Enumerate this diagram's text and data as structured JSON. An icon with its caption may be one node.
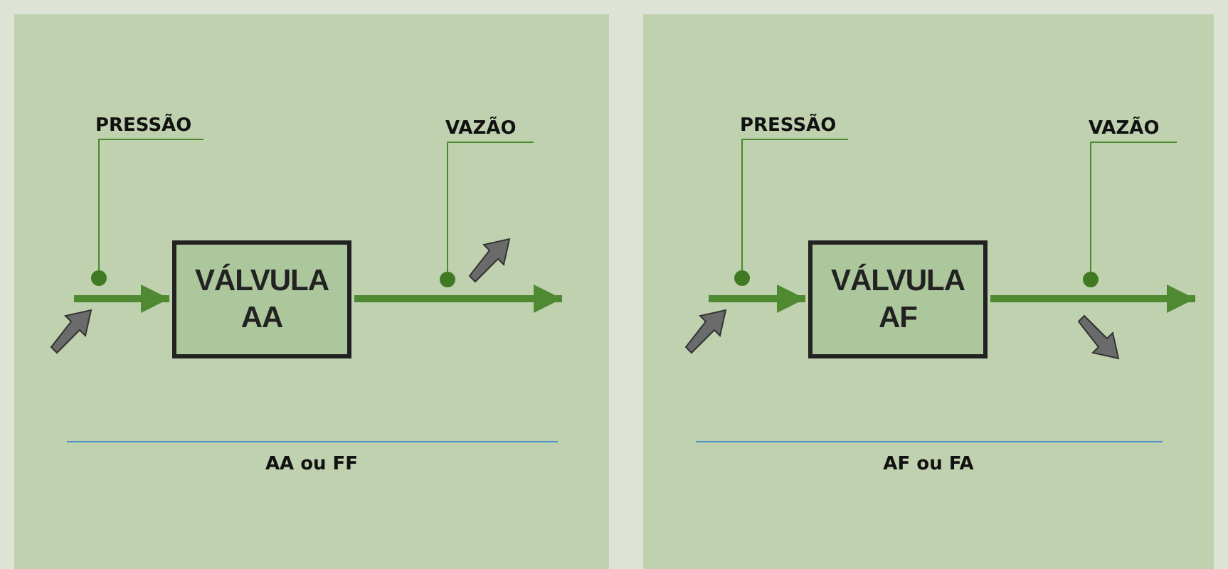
{
  "diagram": {
    "nodes": [
      {
        "text": [
          "AA ou FF"
        ]
      },
      {
        "text": [
          "VÁLVULA AA"
        ],
        "in": 0
      },
      {
        "text": [
          "PRESSÃO"
        ],
        "in": 0
      },
      {
        "text": [],
        "shape": "circle",
        "in": 0
      },
      {
        "text": [
          "VAZÃO"
        ],
        "in": 0
      },
      {
        "text": [],
        "shape": "circle",
        "in": 0
      },
      {
        "text": [
          "AF ou FA"
        ]
      },
      {
        "text": [
          "VÁLVULA AF"
        ],
        "in": 6
      },
      {
        "text": [
          "PRESSÃO"
        ],
        "in": 6
      },
      {
        "text": [],
        "shape": "circle",
        "in": 6
      },
      {
        "text": [
          "VAZÃO"
        ],
        "in": 6
      },
      {
        "text": [],
        "shape": "circle",
        "in": 6
      }
    ],
    "edges": [
      {
        "from": null,
        "to": 1,
        "arrow": "to",
        "style": "thick"
      },
      {
        "from": 1,
        "to": null,
        "arrow": "to",
        "style": "thick"
      },
      {
        "from": 2,
        "to": 3,
        "arrow": "none"
      },
      {
        "from": 4,
        "to": 5,
        "arrow": "none"
      },
      {
        "from": null,
        "to": 7,
        "arrow": "to",
        "style": "thick"
      },
      {
        "from": 7,
        "to": null,
        "arrow": "to",
        "style": "thick"
      },
      {
        "from": 8,
        "to": 9,
        "arrow": "none"
      },
      {
        "from": 10,
        "to": 11,
        "arrow": "none"
      }
    ]
  }
}
